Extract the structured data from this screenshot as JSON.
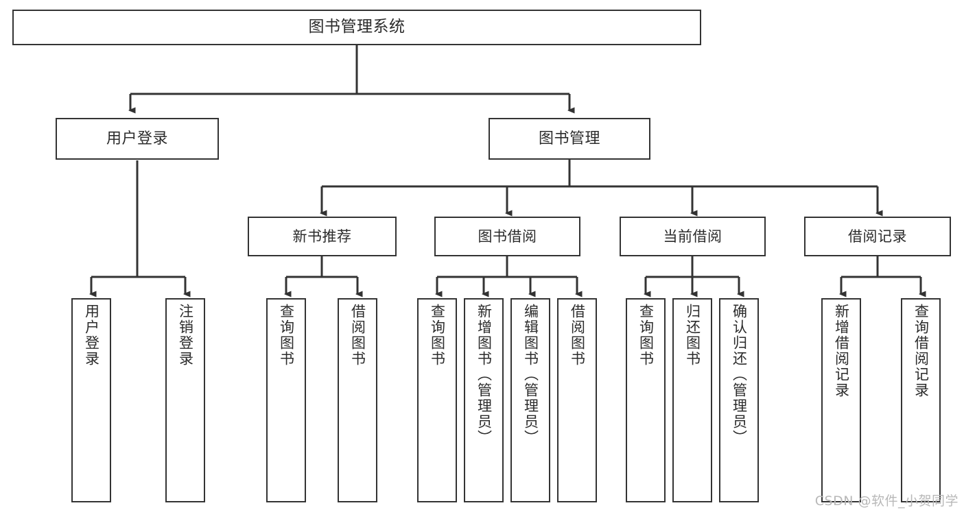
{
  "diagram": {
    "title": "图书管理系统",
    "type": "功能结构图",
    "line_color": "#333333",
    "box_fill": "#ffffff",
    "text_color": "#2b2b2b"
  },
  "root": {
    "label": "图书管理系统"
  },
  "level1": [
    {
      "label": "用户登录"
    },
    {
      "label": "图书管理"
    }
  ],
  "level2": [
    {
      "label": "新书推荐"
    },
    {
      "label": "图书借阅"
    },
    {
      "label": "当前借阅"
    },
    {
      "label": "借阅记录"
    }
  ],
  "leaves": {
    "user_login": [
      {
        "label": "用户登录"
      },
      {
        "label": "注销登录"
      }
    ],
    "new_book": [
      {
        "label": "查询图书"
      },
      {
        "label": "借阅图书"
      }
    ],
    "book_borrow": [
      {
        "label": "查询图书"
      },
      {
        "label": "新增图书（管理员）"
      },
      {
        "label": "编辑图书（管理员）"
      },
      {
        "label": "借阅图书"
      }
    ],
    "current_borrow": [
      {
        "label": "查询图书"
      },
      {
        "label": "归还图书"
      },
      {
        "label": "确认归还（管理员）"
      }
    ],
    "borrow_record": [
      {
        "label": "新增借阅记录"
      },
      {
        "label": "查询借阅记录"
      }
    ]
  },
  "watermark": {
    "text": "CSDN @软件_小贺同学"
  }
}
